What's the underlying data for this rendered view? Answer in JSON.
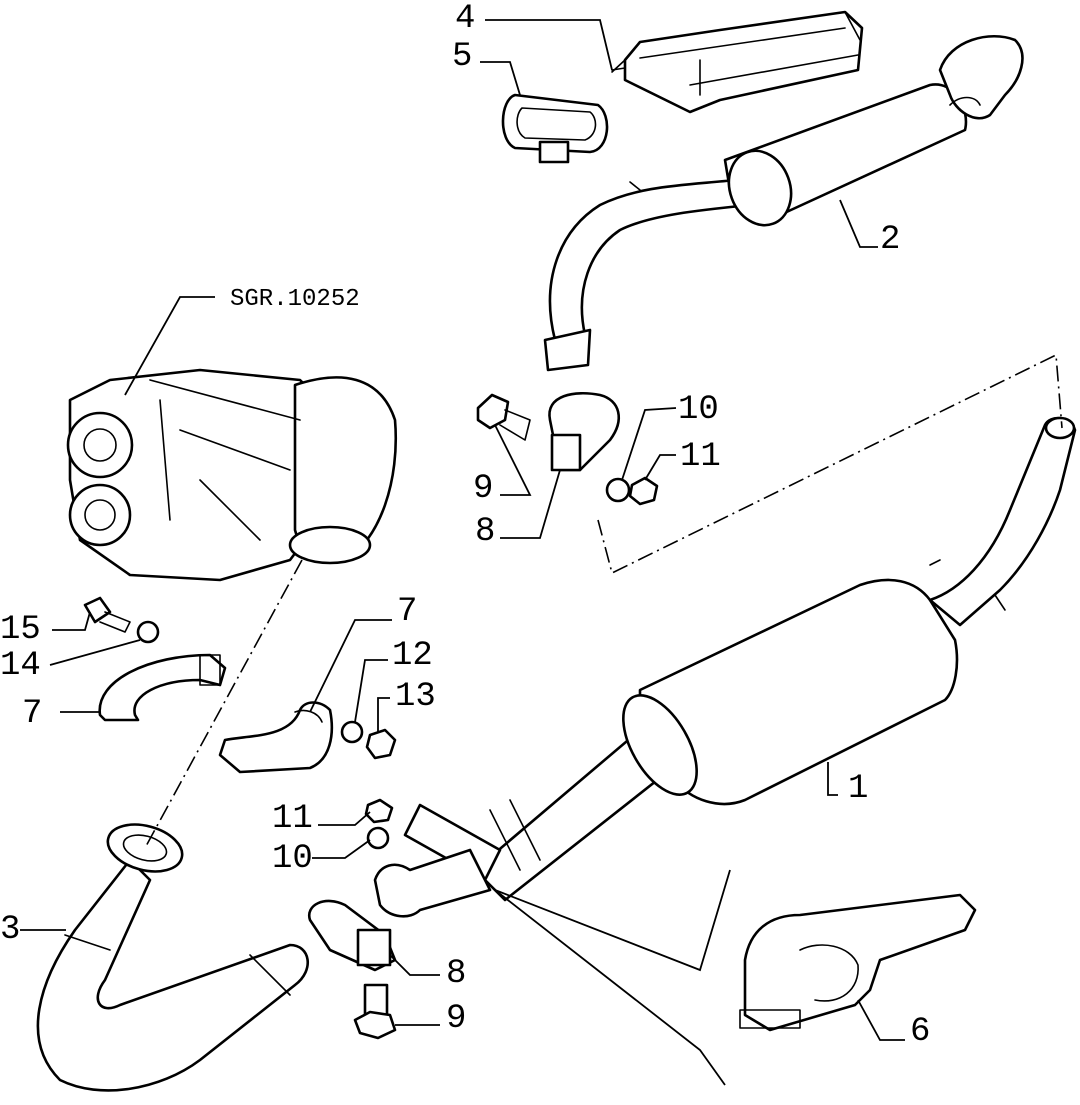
{
  "reference_code": "SGR.10252",
  "callouts": {
    "c1": "1",
    "c2": "2",
    "c3": "3",
    "c4": "4",
    "c5": "5",
    "c6": "6",
    "c7a": "7",
    "c7b": "7",
    "c8a": "8",
    "c8b": "8",
    "c9a": "9",
    "c9b": "9",
    "c10a": "10",
    "c10b": "10",
    "c11a": "11",
    "c11b": "11",
    "c12": "12",
    "c13": "13",
    "c14": "14",
    "c15": "15"
  }
}
